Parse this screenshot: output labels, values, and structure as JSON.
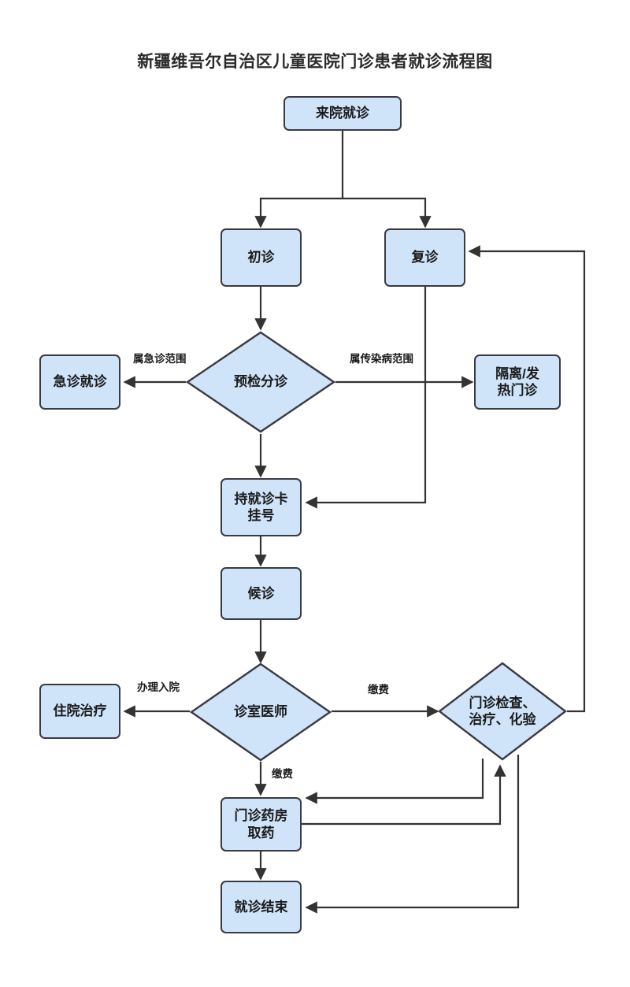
{
  "title": "新疆维吾尔自治区儿童医院门诊患者就诊流程图",
  "colors": {
    "node_fill": "#cfe4f9",
    "node_stroke": "#3a3a42",
    "edge_stroke": "#333333",
    "text": "#1a1a1a",
    "background": "#ffffff"
  },
  "nodes": {
    "arrive": {
      "label": "来院就诊",
      "shape": "box"
    },
    "first_visit": {
      "label": "初诊",
      "shape": "box"
    },
    "return_visit": {
      "label": "复诊",
      "shape": "box"
    },
    "triage": {
      "label": "预检分诊",
      "shape": "diamond"
    },
    "emergency": {
      "label": "急诊就诊",
      "shape": "box"
    },
    "isolation": {
      "label": "隔离/发\n热门诊",
      "line1": "隔离/发",
      "line2": "热门诊",
      "shape": "box"
    },
    "register": {
      "label": "持就诊卡\n挂号",
      "line1": "持就诊卡",
      "line2": "挂号",
      "shape": "box"
    },
    "waiting": {
      "label": "候诊",
      "shape": "box"
    },
    "doctor": {
      "label": "诊室医师",
      "shape": "diamond"
    },
    "inpatient": {
      "label": "住院治疗",
      "shape": "box"
    },
    "exam": {
      "label": "门诊检查、\n治疗、化验",
      "line1": "门诊检查、",
      "line2": "治疗、化验",
      "shape": "diamond"
    },
    "pharmacy": {
      "label": "门诊药房\n取药",
      "line1": "门诊药房",
      "line2": "取药",
      "shape": "box"
    },
    "end": {
      "label": "就诊结束",
      "shape": "box"
    }
  },
  "edge_labels": {
    "emergency_scope": "属急诊范围",
    "infectious_scope": "属传染病范围",
    "admission": "办理入院",
    "payment_to_exam": "缴费",
    "payment_to_pharmacy": "缴费"
  }
}
